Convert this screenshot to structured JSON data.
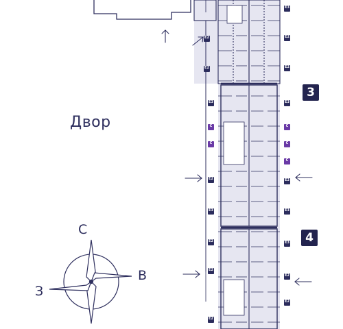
{
  "labels": {
    "yard": "Двор"
  },
  "compass": {
    "north": "С",
    "east": "В",
    "west": "З"
  },
  "sections": [
    {
      "id": "s3",
      "label": "3"
    },
    {
      "id": "s4",
      "label": "4"
    }
  ],
  "tags": [
    {
      "code": "E3"
    },
    {
      "code": "E2"
    },
    {
      "code": "E2"
    },
    {
      "code": "E2"
    },
    {
      "code": "E2"
    },
    {
      "code": "E3"
    },
    {
      "code": "E3"
    },
    {
      "code": "C"
    },
    {
      "code": "C"
    },
    {
      "code": "C"
    },
    {
      "code": "C"
    },
    {
      "code": "C"
    },
    {
      "code": "E2"
    },
    {
      "code": "E2"
    },
    {
      "code": "E3"
    },
    {
      "code": "E3"
    },
    {
      "code": "E2"
    },
    {
      "code": "E3"
    },
    {
      "code": "E2"
    },
    {
      "code": "E2"
    },
    {
      "code": "E2"
    },
    {
      "code": "E2"
    }
  ],
  "colors": {
    "ink": "#2e2f5e",
    "fill": "#e6e6f1",
    "dark_tag": "#2b2c5c",
    "studio_tag": "#6a3aa6"
  }
}
